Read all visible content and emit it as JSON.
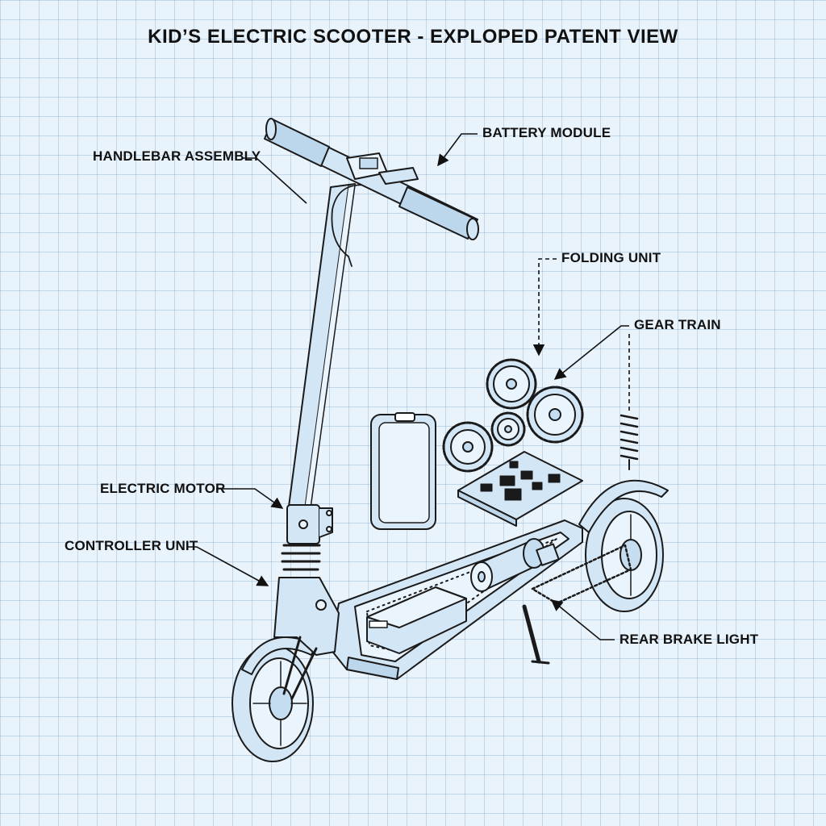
{
  "title": "KID’S ELECTRIC SCOOTER - EXPLOPED PATENT VIEW",
  "callouts": {
    "handlebar": "HANDLEBAR ASSEMBLY",
    "battery": "BATTERY MODULE",
    "folding": "FOLDING UNIT",
    "gear": "GEAR TRAIN",
    "motor": "ELECTRIC MOTOR",
    "controller": "CONTROLLER UNIT",
    "brake": "REAR BRAKE LIGHT"
  },
  "colors": {
    "ink": "#1a1a1a",
    "part_fill": "#d3e6f6",
    "grid_line": "#9fbfdc",
    "background": "#e9f3fb"
  }
}
